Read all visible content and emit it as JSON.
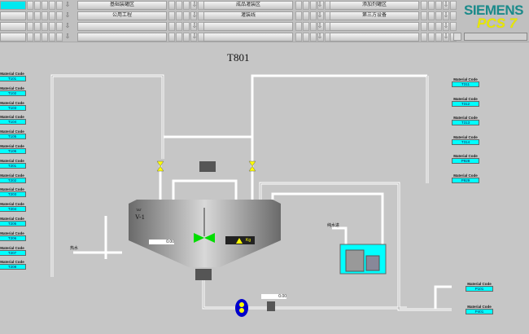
{
  "nav": {
    "rows": [
      [
        "",
        "基础装罐区",
        "成品灌装区",
        "添加剂罐区"
      ],
      [
        "",
        "公用工程",
        "灌装线",
        "第三方设备"
      ],
      [
        "",
        "",
        "",
        ""
      ],
      [
        "",
        "",
        "",
        ""
      ]
    ]
  },
  "logo": {
    "brand": "SIEMENS",
    "product": "PCS 7"
  },
  "page_title": "T801",
  "left_tanks": [
    {
      "label": "Material Code",
      "code": "T101"
    },
    {
      "label": "Material Code",
      "code": "T102"
    },
    {
      "label": "Material Code",
      "code": "T103"
    },
    {
      "label": "Material Code",
      "code": "T104"
    },
    {
      "label": "Material Code",
      "code": "T105"
    },
    {
      "label": "Material Code",
      "code": "T106"
    },
    {
      "label": "Material Code",
      "code": "T201"
    },
    {
      "label": "Material Code",
      "code": "T202"
    },
    {
      "label": "Material Code",
      "code": "T203"
    },
    {
      "label": "Material Code",
      "code": "T204"
    },
    {
      "label": "Material Code",
      "code": "T205"
    },
    {
      "label": "Material Code",
      "code": "T206"
    },
    {
      "label": "Material Code",
      "code": "T207"
    },
    {
      "label": "Material Code",
      "code": "T208"
    }
  ],
  "right_tanks": [
    {
      "label": "Material Code",
      "code": "T311"
    },
    {
      "label": "Material Code",
      "code": "T312"
    },
    {
      "label": "Material Code",
      "code": "T313"
    },
    {
      "label": "Material Code",
      "code": "T314"
    },
    {
      "label": "Material Code",
      "code": "P928"
    },
    {
      "label": "Material Code",
      "code": "P929"
    }
  ],
  "outlets": [
    {
      "label": "Material Code",
      "code": "P101"
    },
    {
      "label": "Material Code",
      "code": "P401"
    }
  ],
  "vessel": {
    "tag": "TAT",
    "name": "V-1",
    "value": "0.00",
    "unit": "Kg"
  },
  "pump_value": "0.00",
  "inlet_label": "热水",
  "aux_inlet_label": "纯水进",
  "colors": {
    "accent": "#00ffff",
    "bg": "#c6c6c6",
    "valve": "#ffff00",
    "agitator": "#00dd00",
    "pump": "#0000cc"
  }
}
